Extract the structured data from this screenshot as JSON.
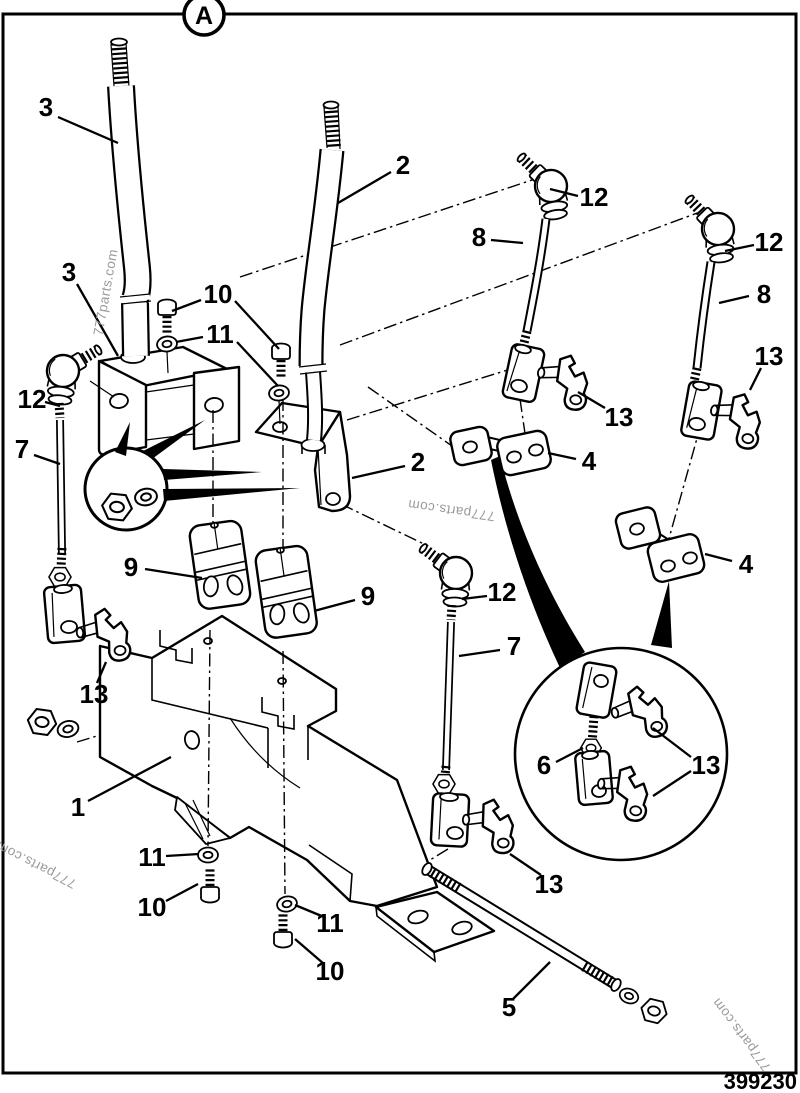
{
  "marker": {
    "label": "A"
  },
  "part_number": "399230",
  "watermark": {
    "text": "777parts.com"
  },
  "colors": {
    "line": "#000000",
    "background": "#ffffff",
    "watermark": "#9a9a9a"
  },
  "callouts": [
    {
      "label": "3"
    },
    {
      "label": "2"
    },
    {
      "label": "3"
    },
    {
      "label": "10"
    },
    {
      "label": "11"
    },
    {
      "label": "12"
    },
    {
      "label": "8"
    },
    {
      "label": "12"
    },
    {
      "label": "8"
    },
    {
      "label": "13"
    },
    {
      "label": "13"
    },
    {
      "label": "4"
    },
    {
      "label": "4"
    },
    {
      "label": "12"
    },
    {
      "label": "7"
    },
    {
      "label": "12"
    },
    {
      "label": "7"
    },
    {
      "label": "9"
    },
    {
      "label": "9"
    },
    {
      "label": "13"
    },
    {
      "label": "2"
    },
    {
      "label": "1"
    },
    {
      "label": "11"
    },
    {
      "label": "10"
    },
    {
      "label": "11"
    },
    {
      "label": "10"
    },
    {
      "label": "5"
    },
    {
      "label": "13"
    },
    {
      "label": "6"
    },
    {
      "label": "13"
    }
  ]
}
